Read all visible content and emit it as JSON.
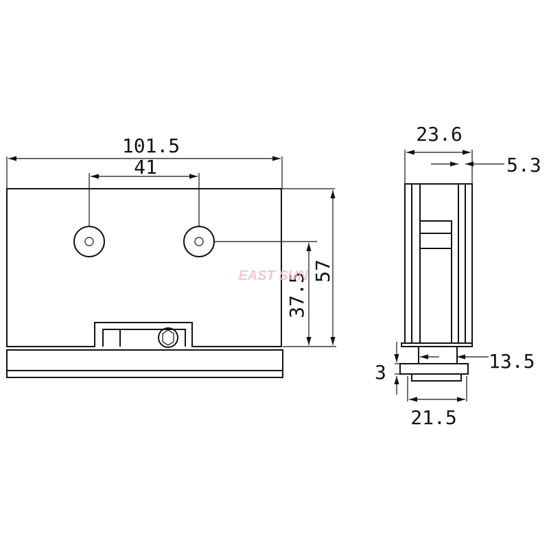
{
  "front_view": {
    "width_label": "101.5",
    "hole_spacing_label": "41",
    "height_label": "57",
    "hole_height_label": "37.5"
  },
  "side_view": {
    "depth_label": "23.6",
    "gap_label": "5.3",
    "base_thickness_label": "3",
    "neck_label": "13.5",
    "base_width_label": "21.5"
  },
  "watermark": {
    "text": "EAST SUN",
    "color": "#f4b8c0"
  }
}
